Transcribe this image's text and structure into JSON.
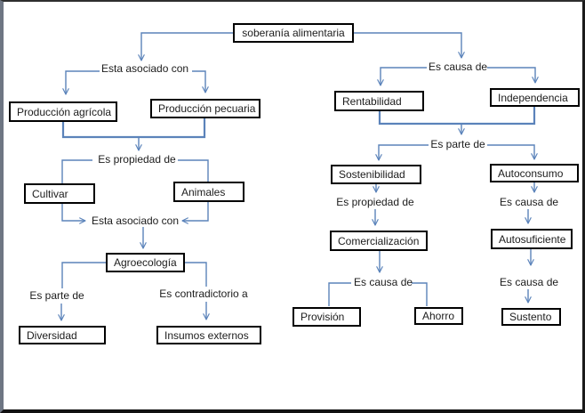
{
  "diagram": {
    "title": "soberanía alimentaria concept map",
    "colors": {
      "line": "#5b83ba",
      "box_border": "#000000",
      "text": "#1c1c1c",
      "background": "#ffffff"
    },
    "nodes": {
      "soberania": "soberanía alimentaria",
      "prod_agricola": "Producción agrícola",
      "prod_pecuaria": "Producción pecuaria",
      "cultivar": "Cultivar",
      "animales": "Animales",
      "agroecologia": "Agroecología",
      "diversidad": "Diversidad",
      "insumos_externos": "Insumos externos",
      "rentabilidad": "Rentabilidad",
      "independencia": "Independencia",
      "sostenibilidad": "Sostenibilidad",
      "autoconsumo": "Autoconsumo",
      "comercializacion": "Comercialización",
      "autosuficiente": "Autosuficiente",
      "provision": "Provisión",
      "ahorro": "Ahorro",
      "sustento": "Sustento"
    },
    "labels": {
      "esta_asociado_1": "Esta asociado con",
      "es_propiedad_1": "Es propiedad de",
      "esta_asociado_2": "Esta asociado con",
      "es_parte_1": "Es parte de",
      "es_contradictorio": "Es contradictorio a",
      "es_causa_1": "Es causa de",
      "es_parte_2": "Es parte de",
      "es_propiedad_2": "Es propiedad de",
      "es_causa_2": "Es causa de",
      "es_causa_3": "Es causa de",
      "es_causa_4": "Es causa de"
    }
  }
}
